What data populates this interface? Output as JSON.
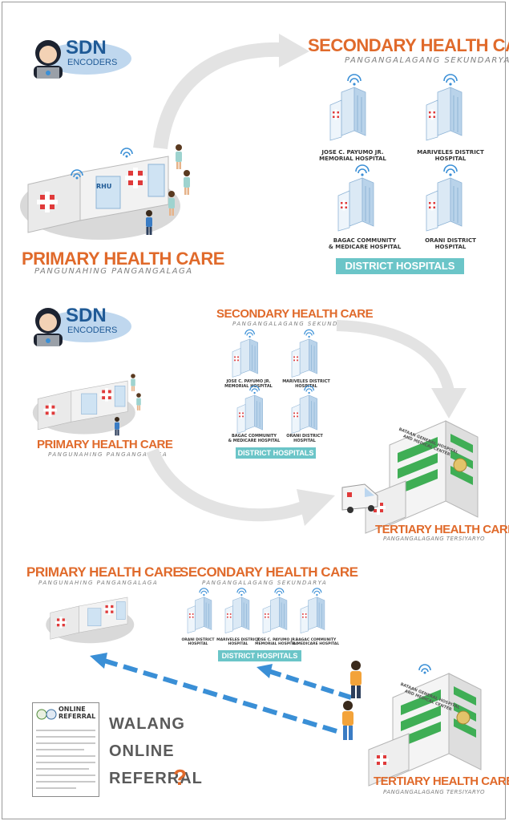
{
  "logo": {
    "line1": "SDN",
    "line2": "ENCODERS"
  },
  "panel1": {
    "secondary_title": "SECONDARY HEALTH CARE",
    "secondary_sub": "PANGANGALAGANG SEKUNDARYA",
    "primary_title": "PRIMARY HEALTH CARE",
    "primary_sub": "PANGUNAHING PANGANGALAGA",
    "rhu_label": "RHU",
    "hospitals": [
      "JOSE C. PAYUMO JR.\nMEMORIAL HOSPITAL",
      "MARIVELES DISTRICT\nHOSPITAL",
      "BAGAC COMMUNITY\n& MEDICARE HOSPITAL",
      "ORANI DISTRICT\nHOSPITAL"
    ],
    "badge": "DISTRICT HOSPITALS"
  },
  "panel2": {
    "secondary_title": "SECONDARY HEALTH CARE",
    "secondary_sub": "PANGANGALAGANG SEKUNDARYA",
    "primary_title": "PRIMARY HEALTH CARE",
    "primary_sub": "PANGUNAHING PANGANGALAGA",
    "hospitals": [
      "JOSE C. PAYUMO JR.\nMEMORIAL HOSPITAL",
      "MARIVELES DISTRICT\nHOSPITAL",
      "BAGAC COMMUNITY\n& MEDICARE HOSPITAL",
      "ORANI DISTRICT\nHOSPITAL"
    ],
    "badge": "DISTRICT HOSPITALS",
    "tertiary_building": "BATAAN GENERAL HOSPITAL\nAND MEDICAL CENTER",
    "tertiary_title": "TERTIARY HEALTH CARE",
    "tertiary_sub": "PANGANGALAGANG TERSIYARYO"
  },
  "panel3": {
    "primary_title": "PRIMARY HEALTH CARE",
    "primary_sub": "PANGUNAHING PANGANGALAGA",
    "secondary_title": "SECONDARY HEALTH CARE",
    "secondary_sub": "PANGANGALAGANG SEKUNDARYA",
    "hospitals": [
      "ORANI DISTRICT\nHOSPITAL",
      "MARIVELES DISTRICT\nHOSPITAL",
      "JOSE C. PAYUMO JR.\nMEMORIAL HOSPITAL",
      "BAGAC COMMUNITY\n& MEDICARE HOSPITAL"
    ],
    "badge": "DISTRICT HOSPITALS",
    "referral_header": "ONLINE\nREFERRAL",
    "walang": "WALANG",
    "online": "ONLINE",
    "referral": "REFERRAL",
    "question": "?",
    "tertiary_building": "BATAAN GENERAL HOSPITAL\nAND MEDICAL CENTER",
    "tertiary_title": "TERTIARY HEALTH CARE",
    "tertiary_sub": "PANGANGALAGANG TERSIYARYO"
  },
  "colors": {
    "orange": "#e06a2b",
    "teal_badge": "#6bc5c8",
    "blue_arrow": "#3a8fd6",
    "green": "#3fae55",
    "red_cross": "#e03a3a",
    "building_blue": "#cfe3f3"
  }
}
